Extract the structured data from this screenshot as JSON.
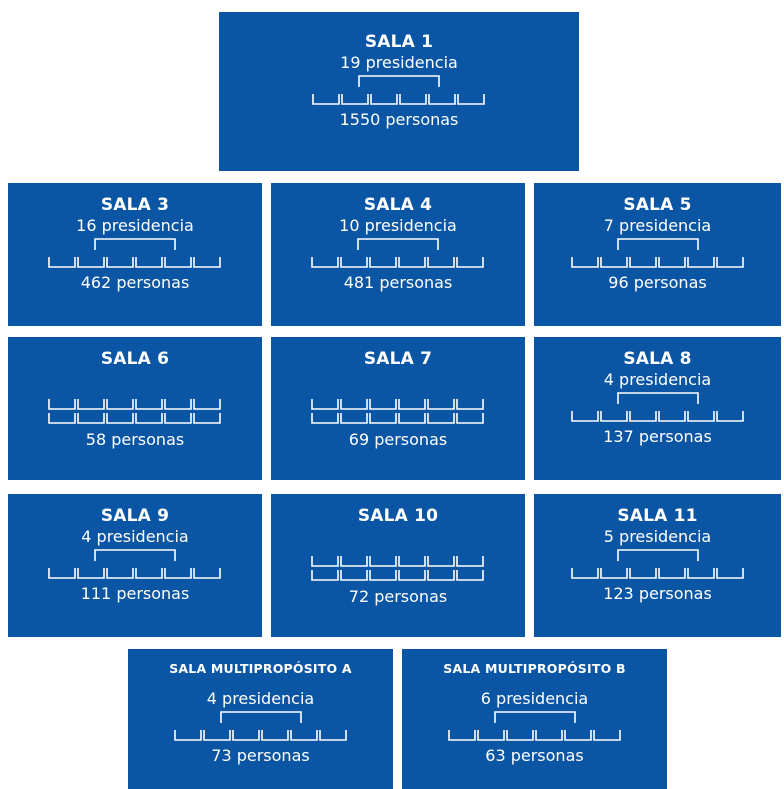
{
  "rooms": {
    "sala1": {
      "title": "SALA 1",
      "presidencia": "19 presidencia",
      "personas": "1550 personas"
    },
    "sala3": {
      "title": "SALA 3",
      "presidencia": "16 presidencia",
      "personas": "462 personas"
    },
    "sala4": {
      "title": "SALA 4",
      "presidencia": "10 presidencia",
      "personas": "481 personas"
    },
    "sala5": {
      "title": "SALA 5",
      "presidencia": "7 presidencia",
      "personas": "96 personas"
    },
    "sala6": {
      "title": "SALA 6",
      "personas": "58 personas"
    },
    "sala7": {
      "title": "SALA 7",
      "personas": "69 personas"
    },
    "sala8": {
      "title": "SALA 8",
      "presidencia": "4 presidencia",
      "personas": "137 personas"
    },
    "sala9": {
      "title": "SALA 9",
      "presidencia": "4 presidencia",
      "personas": "111 personas"
    },
    "sala10": {
      "title": "SALA 10",
      "personas": "72 personas"
    },
    "sala11": {
      "title": "SALA 11",
      "presidencia": "5 presidencia",
      "personas": "123 personas"
    },
    "multiA": {
      "title": "SALA MULTIPROPÓSITO A",
      "presidencia": "4 presidencia",
      "personas": "73 personas"
    },
    "multiB": {
      "title": "SALA MULTIPROPÓSITO B",
      "presidencia": "6 presidencia",
      "personas": "63 personas"
    }
  },
  "colors": {
    "room_fill": "#0b56a4",
    "text": "#ffffff",
    "background": "#ffffff"
  }
}
